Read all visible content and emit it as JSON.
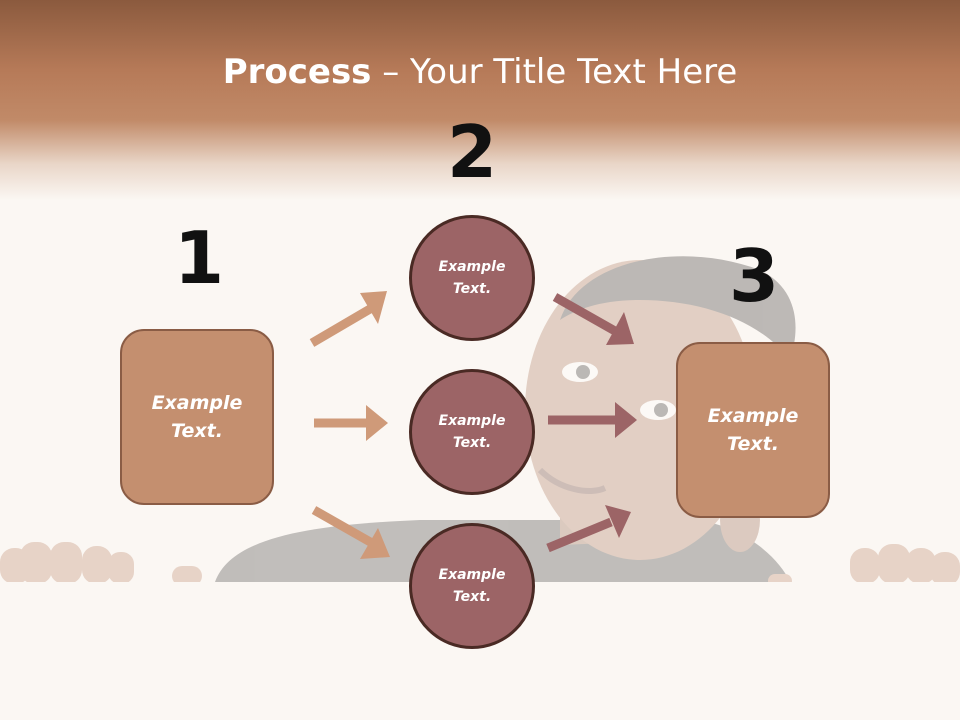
{
  "title": {
    "bold": "Process",
    "rest": " – Your Title Text Here"
  },
  "steps": [
    {
      "number": "1",
      "text": "Example\nText."
    },
    {
      "number": "2"
    },
    {
      "number": "3",
      "text": "Example\nText."
    }
  ],
  "circles": [
    {
      "text": "Example\nText."
    },
    {
      "text": "Example\nText."
    },
    {
      "text": "Example\nText."
    }
  ],
  "colors": {
    "header": "#b67a58",
    "box_fill": "#c48f6f",
    "circle_fill": "#9c6466",
    "arrow_light": "#cf9a79",
    "arrow_dark": "#9c6466"
  }
}
